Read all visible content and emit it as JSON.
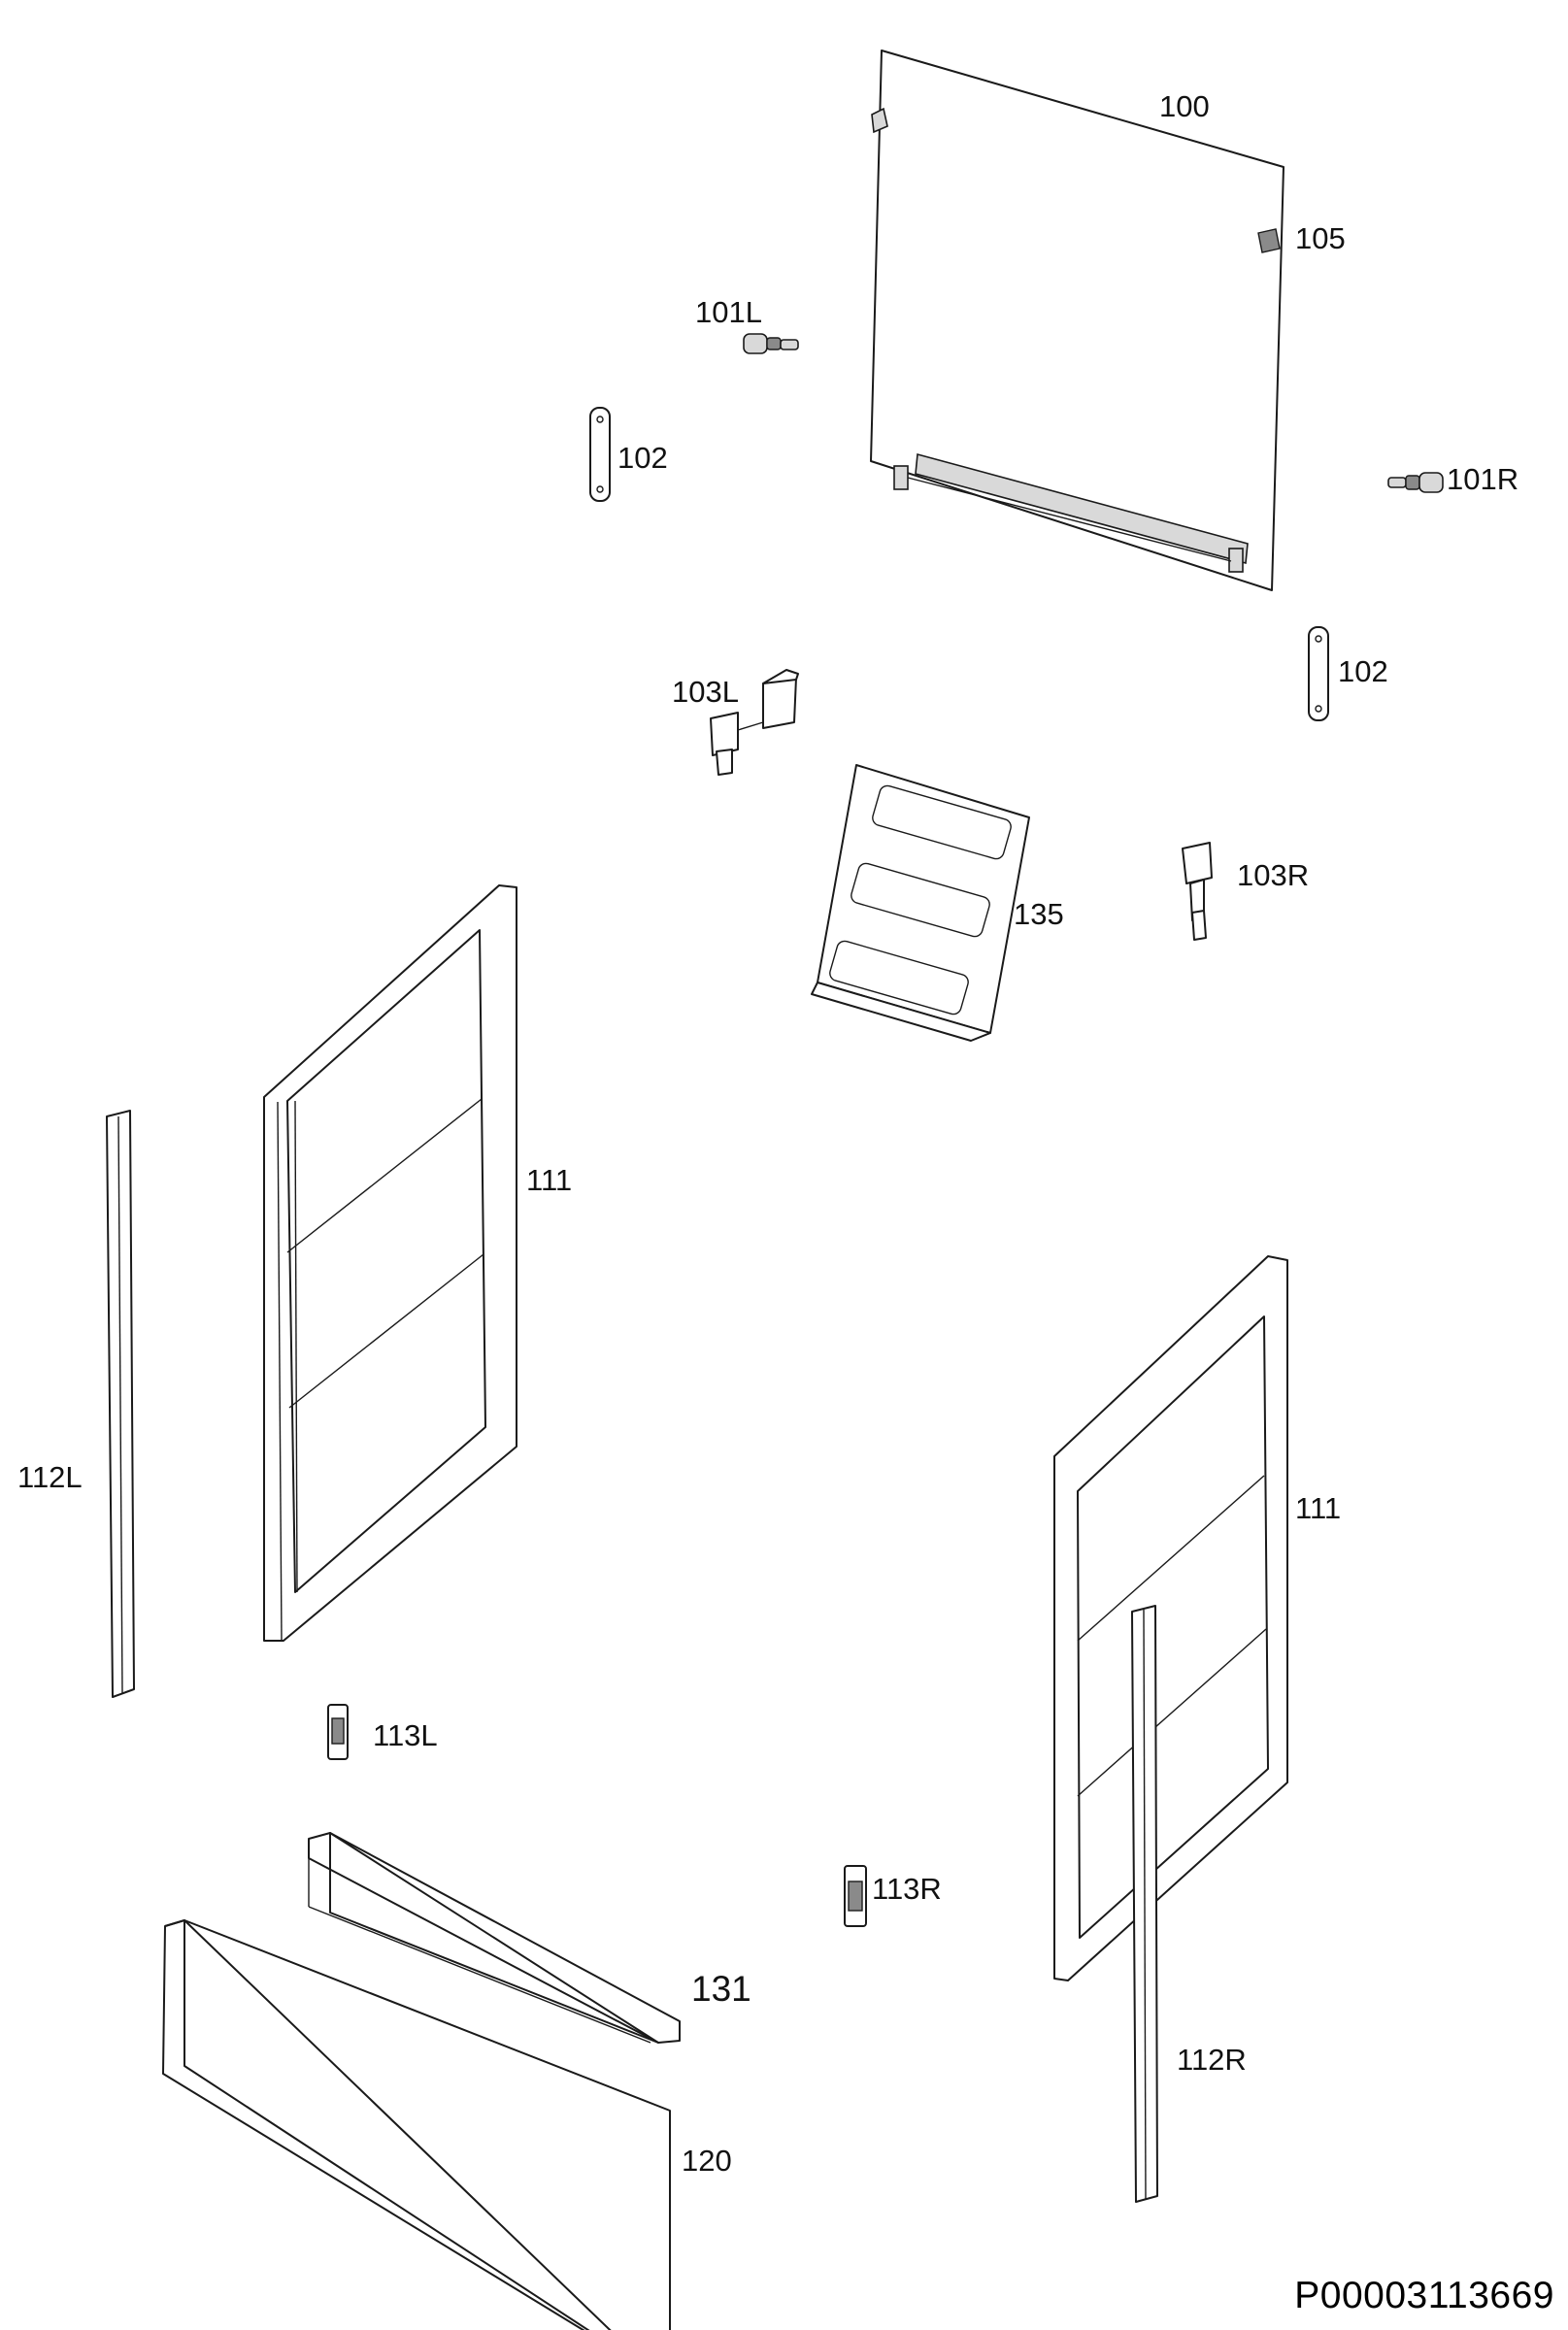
{
  "parts": {
    "door_glass": "100",
    "hinge_left": "101L",
    "hinge_right": "101R",
    "spacer_left": "102",
    "spacer_right": "102",
    "bracket_left": "103L",
    "bracket_right": "103R",
    "clip": "105",
    "frame_left": "111",
    "frame_right": "111",
    "strip_left": "112L",
    "strip_right": "112R",
    "latch_left": "113L",
    "latch_right": "113R",
    "handle_panel": "120",
    "handle_support": "131",
    "inner_panel": "135"
  },
  "drawing_code": "P00003113669"
}
